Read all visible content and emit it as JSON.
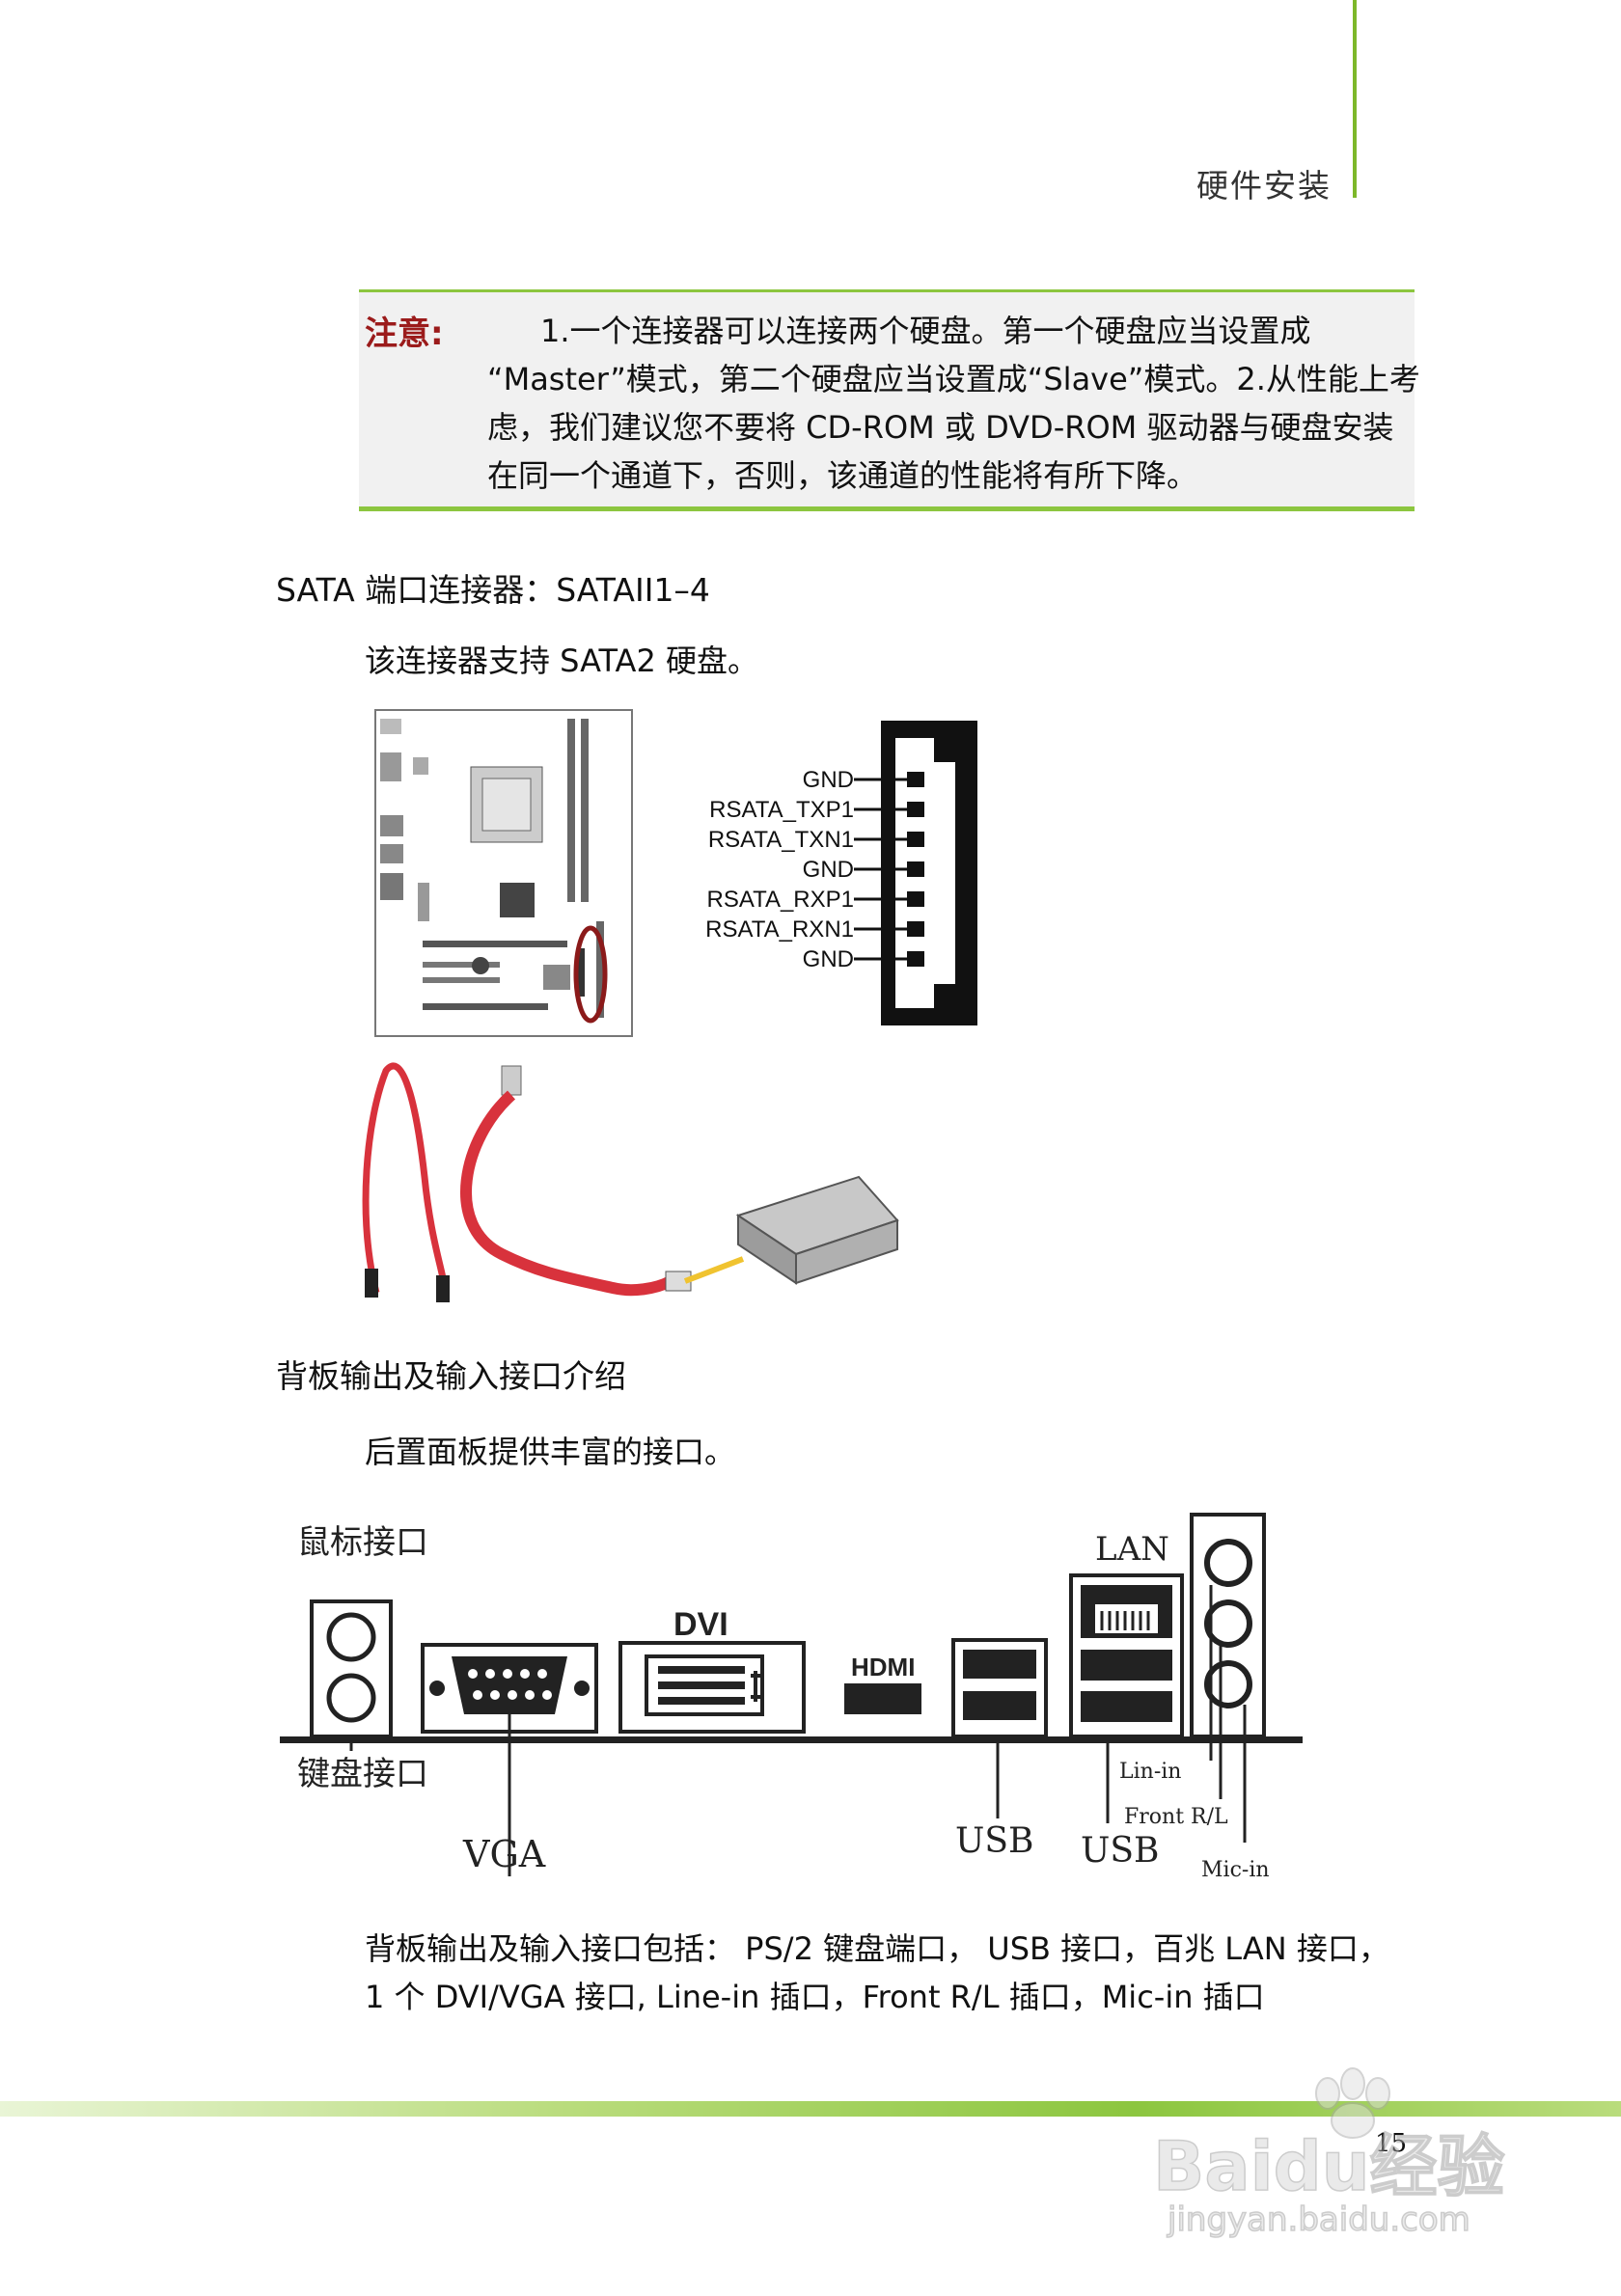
{
  "header": {
    "title": "硬件安装"
  },
  "note": {
    "label": "注意:",
    "lines": [
      "1.一个连接器可以连接两个硬盘。第一个硬盘应当设置成",
      "“Master”模式，第二个硬盘应当设置成“Slave”模式。2.从性能上考",
      "虑，我们建议您不要将 CD-ROM 或 DVD-ROM 驱动器与硬盘安装",
      "在同一个通道下，否则，该通道的性能将有所下降。"
    ]
  },
  "sata": {
    "heading": "SATA 端口连接器：SATAII1–4",
    "description": "该连接器支持 SATA2  硬盘。",
    "pins": [
      "GND",
      "RSATA_TXP1",
      "RSATA_TXN1",
      "GND",
      "RSATA_RXP1",
      "RSATA_RXN1",
      "GND"
    ]
  },
  "backpanel": {
    "heading": "背板输出及输入接口介绍",
    "description": "后置面板提供丰富的接口。",
    "labels": {
      "mouse": "鼠标接口",
      "keyboard": "键盘接口",
      "vga": "VGA",
      "dvi": "DVI",
      "hdmi": "HDMI",
      "usb1": "USB",
      "usb2": "USB",
      "lan": "LAN",
      "line_in": "Lin-in",
      "front": "Front R/L",
      "mic_in": "Mic-in"
    },
    "summary_lines": [
      "背板输出及输入接口包括：  PS/2 键盘端口，  USB 接口，百兆 LAN 接口，",
      "1 个 DVI/VGA 接口, Line-in 插口，Front R/L 插口，Mic-in 插口"
    ]
  },
  "footer": {
    "page_number": "15"
  },
  "watermark": {
    "logo": "Baidu经验",
    "url": "jingyan.baidu.com"
  },
  "colors": {
    "accent_green": "#8cc63f",
    "note_label_red": "#9b1b1b",
    "cable_red": "#d8323c"
  }
}
